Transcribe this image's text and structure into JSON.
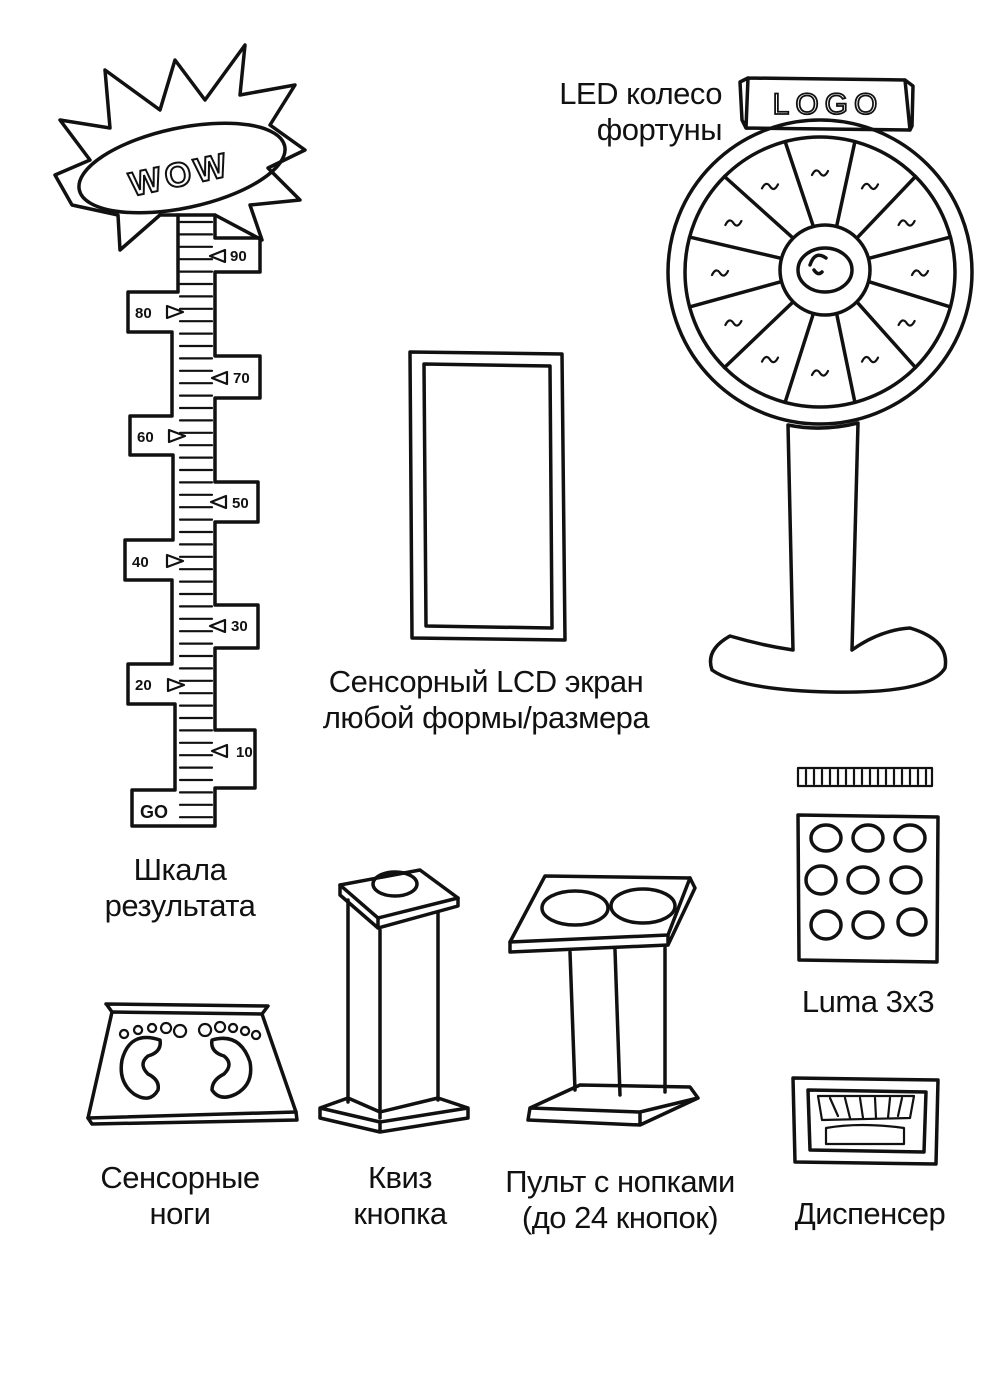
{
  "captions": {
    "wheel": [
      "LED колесо",
      "фортуны"
    ],
    "lcd": [
      "Сенсорный LCD экран",
      "любой формы/размера"
    ],
    "scale": [
      "Шкала",
      "результата"
    ],
    "luma": [
      "Luma 3x3"
    ],
    "feet": [
      "Сенсорные",
      "ноги"
    ],
    "quiz": [
      "Квиз",
      "кнопка"
    ],
    "console": [
      "Пульт с нопками",
      "(до 24 кнопок)"
    ],
    "dispenser": [
      "Диспенсер"
    ]
  },
  "sketch_text": {
    "wow": "WOW",
    "logo": "LOGO",
    "go": "GO",
    "scale_right": [
      "90",
      "70",
      "50",
      "30",
      "10"
    ],
    "scale_left": [
      "80",
      "60",
      "40",
      "20"
    ]
  },
  "colors": {
    "ink": "#111111",
    "paper": "#ffffff"
  }
}
